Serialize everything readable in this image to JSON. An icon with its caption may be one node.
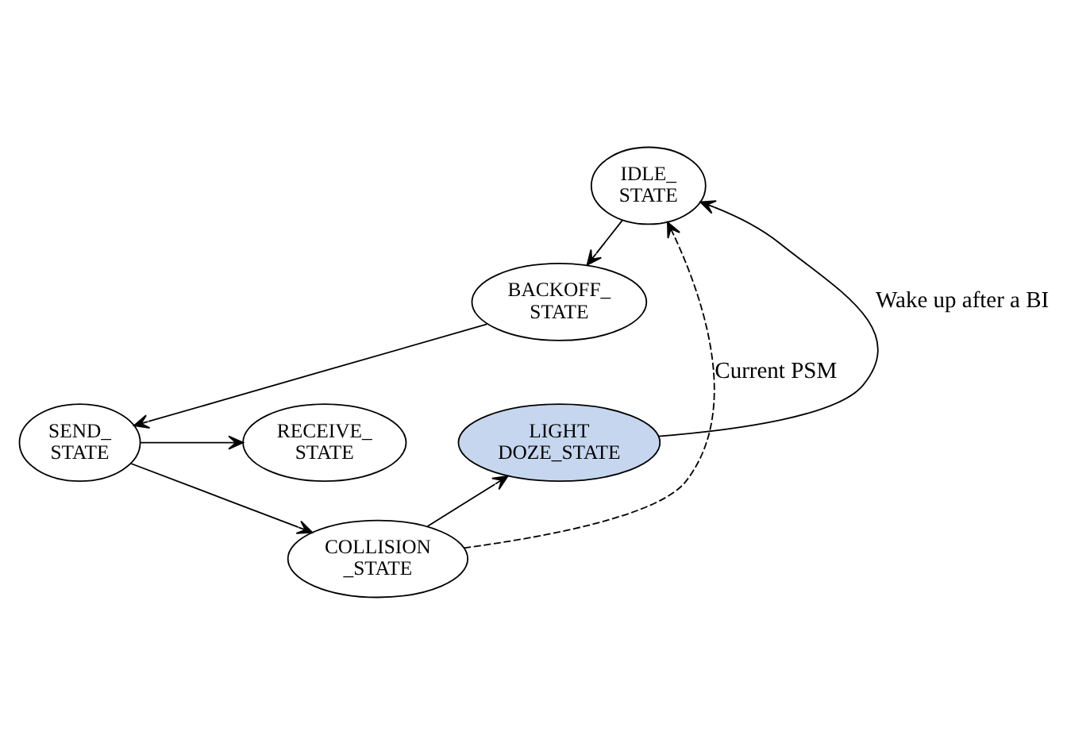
{
  "diagram": {
    "nodes": [
      {
        "text": [
          "IDLE_ STATE"
        ]
      },
      {
        "text": [
          "BACKOFF_ STATE"
        ]
      },
      {
        "text": [
          "RECEIVE_ STATE"
        ]
      },
      {
        "text": [
          "SEND_ STATE"
        ]
      },
      {
        "text": [
          "COLLISION _STATE"
        ]
      },
      {
        "text": [
          "LIGHT DOZE_STATE"
        ]
      }
    ],
    "edges": [
      {
        "from": 0,
        "to": 1,
        "arrow": "to"
      },
      {
        "from": 1,
        "to": 3,
        "arrow": "to"
      },
      {
        "from": 3,
        "to": 2,
        "arrow": "to"
      },
      {
        "from": 3,
        "to": 4,
        "arrow": "to"
      },
      {
        "from": 4,
        "to": 5,
        "arrow": "to"
      },
      {
        "from": 5,
        "to": 0,
        "arrow": "to",
        "label": "Wake up after a BI"
      },
      {
        "from": 4,
        "to": 0,
        "arrow": "to",
        "style": "dashed",
        "label": "Current PSM"
      }
    ]
  }
}
